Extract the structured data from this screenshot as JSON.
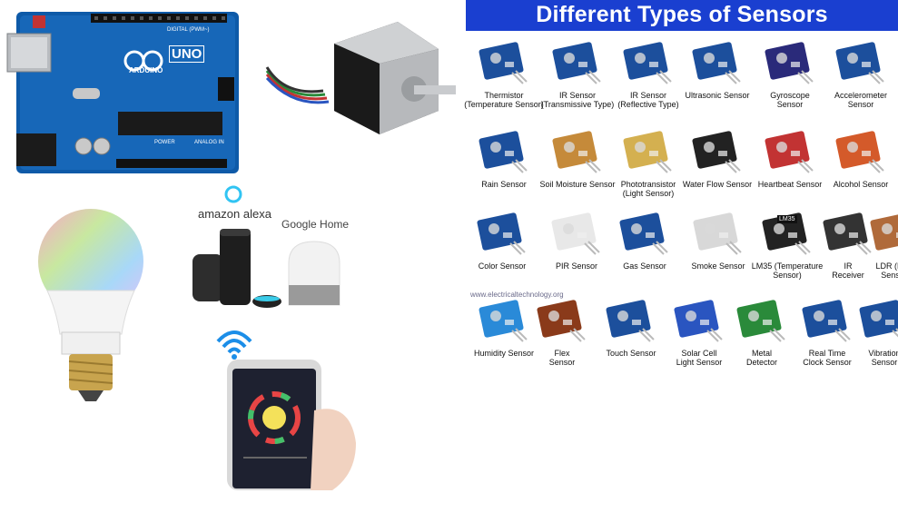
{
  "banner": {
    "title": "Different Types of Sensors",
    "color": "#1a3fd0"
  },
  "watermark": "www.electricaltechnology.org",
  "left_panel": {
    "alexa_label": "amazon alexa",
    "google_label": "Google Home",
    "arduino_logo": "ARDUINO",
    "arduino_model": "UNO",
    "arduino_digital": "DIGITAL (PWM~)",
    "arduino_analog": "ANALOG IN",
    "arduino_power": "POWER"
  },
  "sensors": [
    {
      "label": "Thermistor\n(Temperature Sensor)",
      "icon": "thermistor-icon"
    },
    {
      "label": "IR Sensor\n(Transmissive Type)",
      "icon": "ir-transmissive-icon"
    },
    {
      "label": "IR Sensor\n(Reflective Type)",
      "icon": "ir-reflective-icon"
    },
    {
      "label": "Ultrasonic Sensor",
      "icon": "ultrasonic-icon"
    },
    {
      "label": "Gyroscope\nSensor",
      "icon": "gyroscope-icon"
    },
    {
      "label": "Accelerometer\nSensor",
      "icon": "accelerometer-icon"
    },
    {
      "label": "Rain Sensor",
      "icon": "rain-icon"
    },
    {
      "label": "Soil Moisture Sensor",
      "icon": "soil-moisture-icon"
    },
    {
      "label": "Phototransistor\n(Light Sensor)",
      "icon": "phototransistor-icon"
    },
    {
      "label": "Water Flow Sensor",
      "icon": "water-flow-icon"
    },
    {
      "label": "Heartbeat Sensor",
      "icon": "heartbeat-icon"
    },
    {
      "label": "Alcohol Sensor",
      "icon": "alcohol-icon"
    },
    {
      "label": "Color Sensor",
      "icon": "color-sensor-icon"
    },
    {
      "label": "PIR Sensor",
      "icon": "pir-icon"
    },
    {
      "label": "Gas Sensor",
      "icon": "gas-icon"
    },
    {
      "label": "Smoke Sensor",
      "icon": "smoke-icon"
    },
    {
      "label": "LM35 (Temperature\nSensor)",
      "icon": "lm35-icon"
    },
    {
      "label": "IR\nReceiver",
      "icon": "ir-receiver-icon"
    },
    {
      "label": "LDR (Light\nSensor)",
      "icon": "ldr-icon"
    },
    {
      "label": "Humidity Sensor",
      "icon": "humidity-icon"
    },
    {
      "label": "Flex\nSensor",
      "icon": "flex-icon"
    },
    {
      "label": "Touch Sensor",
      "icon": "touch-icon"
    },
    {
      "label": "Solar Cell\nLight Sensor",
      "icon": "solar-cell-icon"
    },
    {
      "label": "Metal\nDetector",
      "icon": "metal-detector-icon"
    },
    {
      "label": "Real Time\nClock Sensor",
      "icon": "rtc-icon"
    },
    {
      "label": "Vibration\nSensor",
      "icon": "vibration-icon"
    }
  ],
  "lm35_chip_text": "LM35"
}
